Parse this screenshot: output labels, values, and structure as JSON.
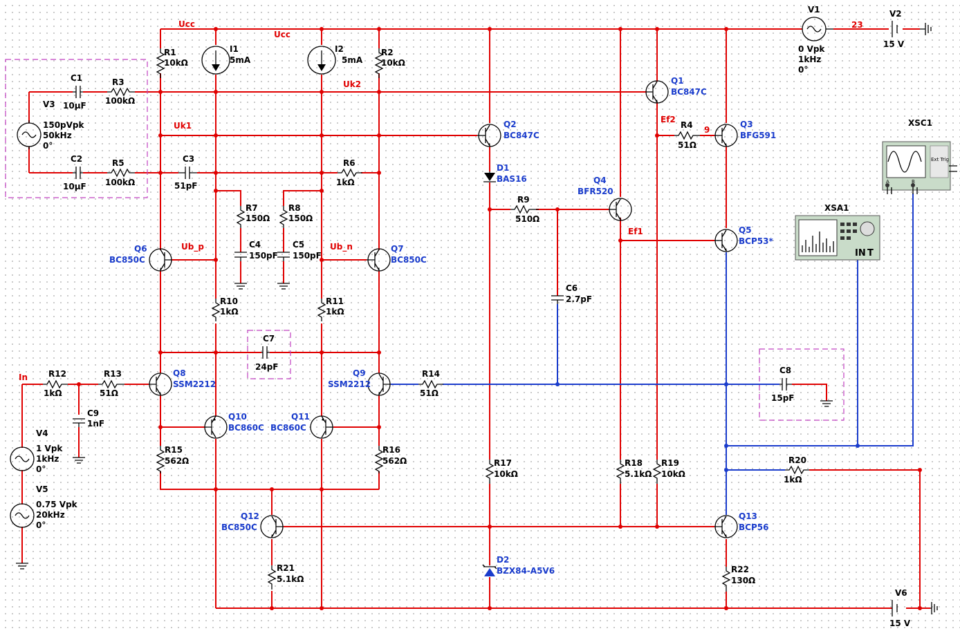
{
  "components": {
    "R1": {
      "name": "R1",
      "value": "10kΩ"
    },
    "R2": {
      "name": "R2",
      "value": "10kΩ"
    },
    "R3": {
      "name": "R3",
      "value": "100kΩ"
    },
    "R4": {
      "name": "R4",
      "value": "51Ω"
    },
    "R5": {
      "name": "R5",
      "value": "100kΩ"
    },
    "R6": {
      "name": "R6",
      "value": "1kΩ"
    },
    "R7": {
      "name": "R7",
      "value": "150Ω"
    },
    "R8": {
      "name": "R8",
      "value": "150Ω"
    },
    "R9": {
      "name": "R9",
      "value": "510Ω"
    },
    "R10": {
      "name": "R10",
      "value": "1kΩ"
    },
    "R11": {
      "name": "R11",
      "value": "1kΩ"
    },
    "R12": {
      "name": "R12",
      "value": "1kΩ"
    },
    "R13": {
      "name": "R13",
      "value": "51Ω"
    },
    "R14": {
      "name": "R14",
      "value": "51Ω"
    },
    "R15": {
      "name": "R15",
      "value": "562Ω"
    },
    "R16": {
      "name": "R16",
      "value": "562Ω"
    },
    "R17": {
      "name": "R17",
      "value": "10kΩ"
    },
    "R18": {
      "name": "R18",
      "value": "5.1kΩ"
    },
    "R19": {
      "name": "R19",
      "value": "10kΩ"
    },
    "R20": {
      "name": "R20",
      "value": "1kΩ"
    },
    "R21": {
      "name": "R21",
      "value": "5.1kΩ"
    },
    "R22": {
      "name": "R22",
      "value": "130Ω"
    },
    "C1": {
      "name": "C1",
      "value": "10µF"
    },
    "C2": {
      "name": "C2",
      "value": "10µF"
    },
    "C3": {
      "name": "C3",
      "value": "51pF"
    },
    "C4": {
      "name": "C4",
      "value": "150pF"
    },
    "C5": {
      "name": "C5",
      "value": "150pF"
    },
    "C6": {
      "name": "C6",
      "value": "2.7pF"
    },
    "C7": {
      "name": "C7",
      "value": "24pF"
    },
    "C8": {
      "name": "C8",
      "value": "15pF"
    },
    "C9": {
      "name": "C9",
      "value": "1nF"
    },
    "I1": {
      "name": "I1",
      "value": "5mA"
    },
    "I2": {
      "name": "I2",
      "value": "5mA"
    },
    "Q1": {
      "name": "Q1",
      "value": "BC847C"
    },
    "Q2": {
      "name": "Q2",
      "value": "BC847C"
    },
    "Q3": {
      "name": "Q3",
      "value": "BFG591"
    },
    "Q4": {
      "name": "Q4",
      "value": "BFR520"
    },
    "Q5": {
      "name": "Q5",
      "value": "BCP53*"
    },
    "Q6": {
      "name": "Q6",
      "value": "BC850C"
    },
    "Q7": {
      "name": "Q7",
      "value": "BC850C"
    },
    "Q8": {
      "name": "Q8",
      "value": "SSM2212"
    },
    "Q9": {
      "name": "Q9",
      "value": "SSM2212"
    },
    "Q10": {
      "name": "Q10",
      "value": "BC860C"
    },
    "Q11": {
      "name": "Q11",
      "value": "BC860C"
    },
    "Q12": {
      "name": "Q12",
      "value": "BC850C"
    },
    "Q13": {
      "name": "Q13",
      "value": "BCP56"
    },
    "D1": {
      "name": "D1",
      "value": "BAS16"
    },
    "D2": {
      "name": "D2",
      "value": "BZX84-A5V6"
    },
    "V1": {
      "name": "V1",
      "l1": "0 Vpk",
      "l2": "1kHz",
      "l3": "0°"
    },
    "V2": {
      "name": "V2",
      "value": "15 V"
    },
    "V3": {
      "name": "V3",
      "l1": "150pVpk",
      "l2": "50kHz",
      "l3": "0°"
    },
    "V4": {
      "name": "V4",
      "l1": "1 Vpk",
      "l2": "1kHz",
      "l3": "0°"
    },
    "V5": {
      "name": "V5",
      "l1": "0.75 Vpk",
      "l2": "20kHz",
      "l3": "0°"
    },
    "V6": {
      "name": "V6",
      "value": "15 V"
    },
    "XSC1": {
      "name": "XSC1",
      "ext_trig": "Ext Trig",
      "a": "A",
      "b": "B"
    },
    "XSA1": {
      "name": "XSA1",
      "in": "IN",
      "t": "T"
    }
  },
  "nets": {
    "ucc_1": "Ucc",
    "ucc_2": "Ucc",
    "uk1": "Uk1",
    "uk2": "Uk2",
    "ub_p": "Ub_p",
    "ub_n": "Ub_n",
    "ef1": "Ef1",
    "ef2": "Ef2",
    "in": "In",
    "n9": "9",
    "n23": "23"
  },
  "colors": {
    "wire": "#e00000",
    "wire_blue": "#1a3ccc",
    "label_blue": "#1a3ccc",
    "net_label": "#e00000",
    "box": "#c040c0"
  }
}
